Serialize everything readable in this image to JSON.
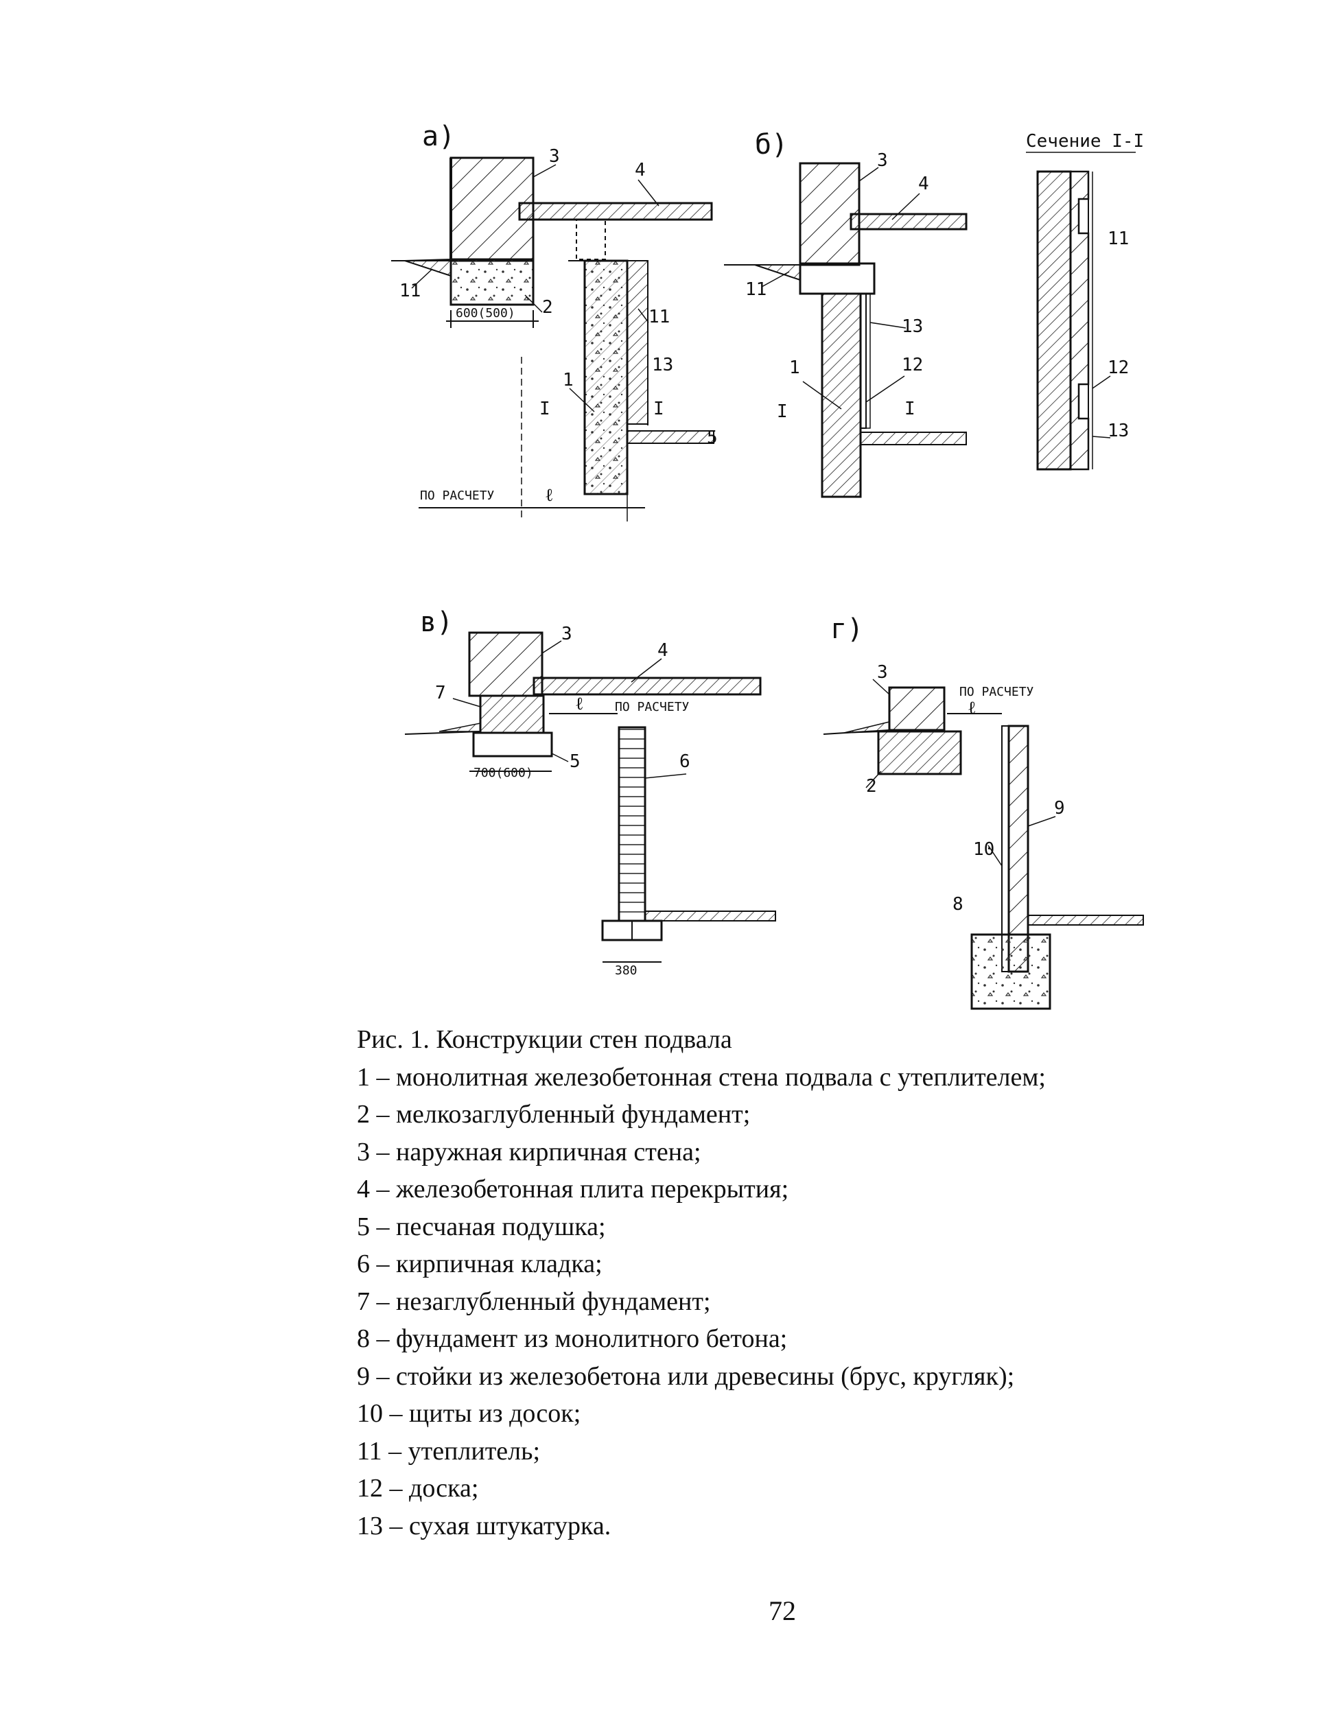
{
  "figure": {
    "panels": {
      "a": {
        "letter": "а)",
        "dims": [
          "600(500)",
          "ПО РАСЧЕТУ",
          "ℓ"
        ],
        "labels": [
          "3",
          "4",
          "2",
          "11",
          "11",
          "1",
          "13",
          "5",
          "I",
          "I"
        ]
      },
      "b": {
        "letter": "б)",
        "labels": [
          "3",
          "4",
          "11",
          "13",
          "1",
          "12",
          "I",
          "I"
        ]
      },
      "section": {
        "title": "Сечение I-I",
        "labels": [
          "11",
          "12",
          "13"
        ]
      },
      "v": {
        "letter": "в)",
        "dims": [
          "ℓ",
          "ПО РАСЧЕТУ",
          "700(600)",
          "380"
        ],
        "labels": [
          "3",
          "4",
          "7",
          "5",
          "6"
        ]
      },
      "g": {
        "letter": "г)",
        "dims": [
          "ПО РАСЧЕТУ",
          "ℓ"
        ],
        "labels": [
          "3",
          "2",
          "9",
          "10",
          "8"
        ]
      }
    }
  },
  "caption": {
    "title": "Рис. 1. Конструкции стен подвала",
    "items": [
      "1 – монолитная железобетонная стена подвала с утеплителем;",
      "2 – мелкозаглубленный фундамент;",
      "3 – наружная кирпичная стена;",
      "4 – железобетонная плита перекрытия;",
      "5 – песчаная подушка;",
      "6 – кирпичная кладка;",
      "7 – незаглубленный фундамент;",
      "8 – фундамент из монолитного бетона;",
      "9 – стойки из железобетона или древесины (брус, кругляк);",
      "10 – щиты из досок;",
      "11 – утеплитель;",
      "12 – доска;",
      "13 – сухая штукатурка."
    ]
  },
  "page_number": "72"
}
